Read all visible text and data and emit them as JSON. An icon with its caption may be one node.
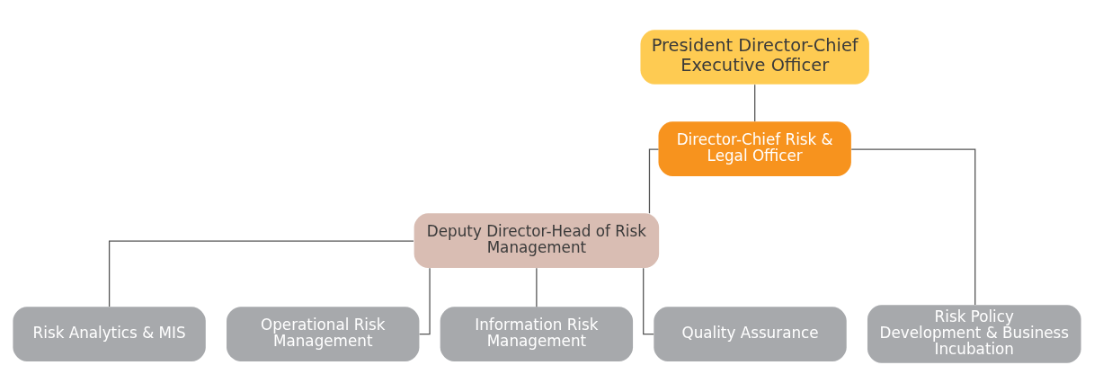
{
  "diagram": {
    "nodes": [
      {
        "text": [
          "President Director-Chief Executive Officer"
        ]
      },
      {
        "text": [
          "Director-Chief Risk & Legal Officer"
        ]
      },
      {
        "text": [
          "Deputy Director-Head of Risk Management"
        ]
      },
      {
        "text": [
          "Risk Policy Development & Business Incubation"
        ]
      },
      {
        "text": [
          "Risk Analytics & MIS"
        ]
      },
      {
        "text": [
          "Operational Risk Management"
        ]
      },
      {
        "text": [
          "Information Risk Management"
        ]
      },
      {
        "text": [
          "Quality Assurance"
        ]
      }
    ],
    "edges": [
      {
        "from": 0,
        "to": 1,
        "arrow": "none"
      },
      {
        "from": 1,
        "to": 2,
        "arrow": "none"
      },
      {
        "from": 1,
        "to": 3,
        "arrow": "none"
      },
      {
        "from": 2,
        "to": 4,
        "arrow": "none"
      },
      {
        "from": 2,
        "to": 5,
        "arrow": "none"
      },
      {
        "from": 2,
        "to": 6,
        "arrow": "none"
      },
      {
        "from": 2,
        "to": 7,
        "arrow": "none"
      }
    ]
  }
}
